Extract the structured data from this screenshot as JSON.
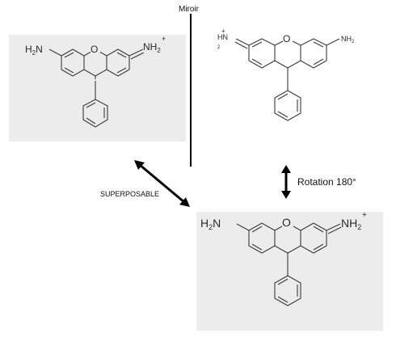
{
  "labels": {
    "mirror": "Miroir",
    "rotation": "Rotation 180°",
    "superposable": "SUPERPOSABLE"
  },
  "molecule": {
    "ring_atom": "O",
    "amine_left": {
      "main": "H",
      "sub": "2",
      "tail": "N"
    },
    "iminium_right": {
      "main": "NH",
      "sub": "2",
      "sup": "+"
    },
    "iminium_left": {
      "main": "HN",
      "sub": "2",
      "sup": "+"
    },
    "amine_right": {
      "main": "NH",
      "sub": "2"
    }
  },
  "colors": {
    "panel_background": "#ececec",
    "bond": "#3a3a3a",
    "arrow": "#000000"
  }
}
